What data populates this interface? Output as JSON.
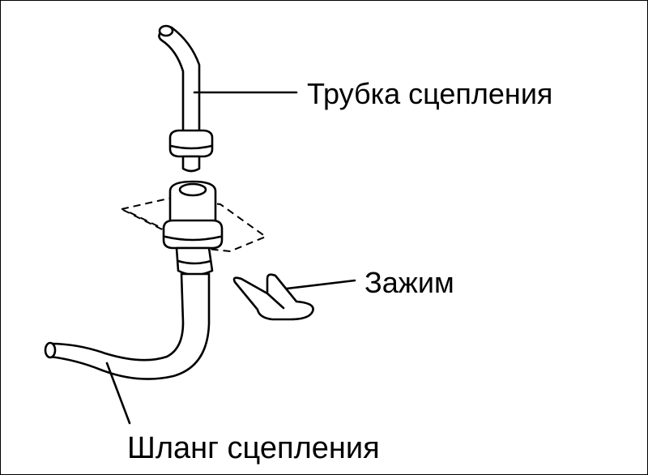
{
  "labels": {
    "clutch_tube": "Трубка сцепления",
    "clip": "Зажим",
    "clutch_hose": "Шланг сцепления"
  },
  "colors": {
    "ink": "#000000",
    "paper": "#ffffff"
  }
}
